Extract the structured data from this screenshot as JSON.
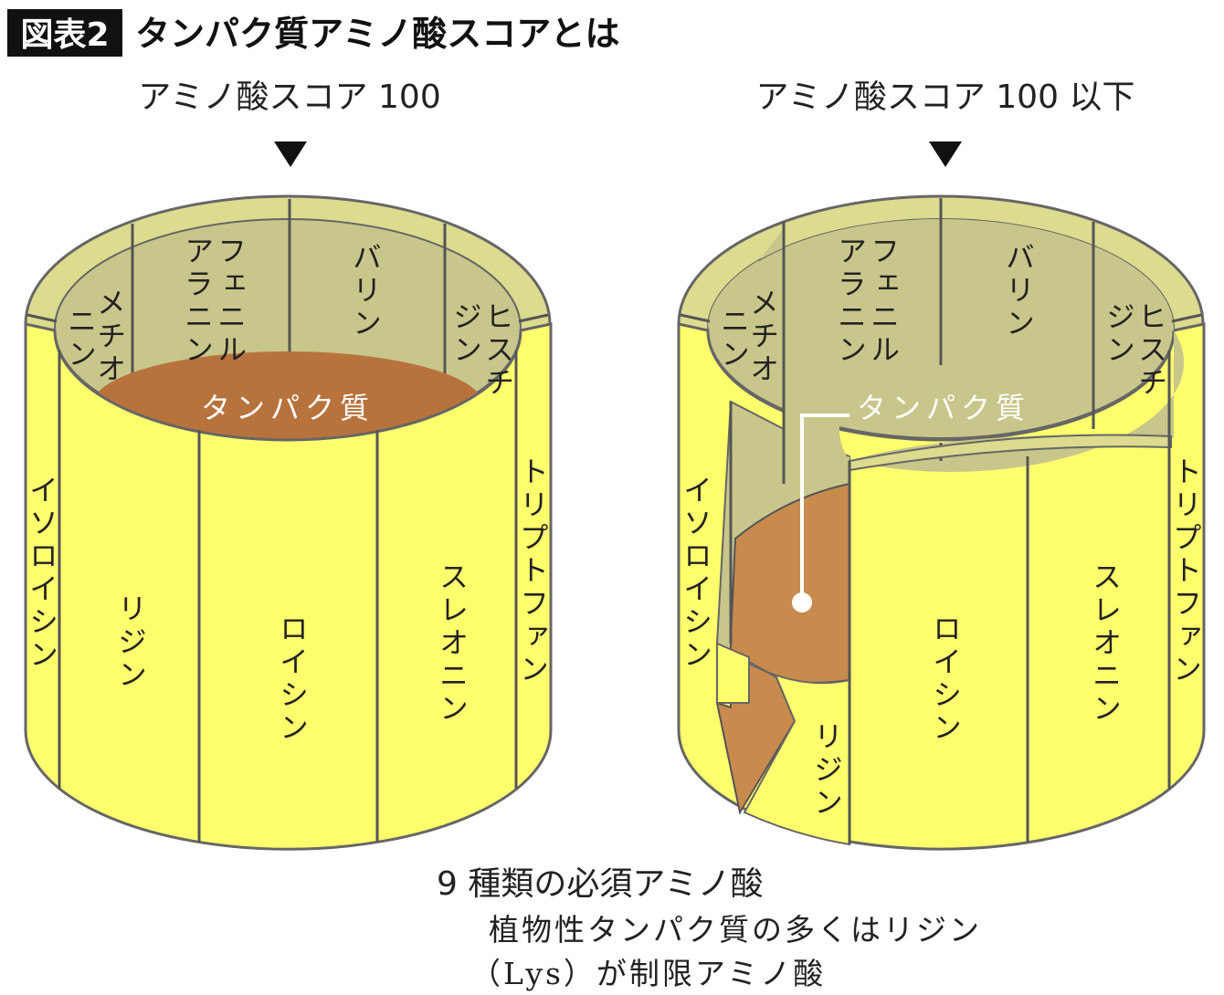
{
  "title": {
    "badge": "図表2",
    "text": "タンパク質アミノ酸スコアとは"
  },
  "left": {
    "header": "アミノ酸スコア 100",
    "protein": "タンパク質",
    "back": {
      "met1": "メチオ",
      "met2": "ニン",
      "phe1": "フェニル",
      "phe2": "アラニン",
      "val": "バリン",
      "his1": "ヒスチ",
      "his2": "ジン"
    },
    "front": {
      "ile": "イソロイシン",
      "lys": "リジン",
      "leu": "ロイシン",
      "thr": "スレオニン",
      "trp": "トリプトファン"
    }
  },
  "right": {
    "header": "アミノ酸スコア 100 以下",
    "protein": "タンパク質",
    "back": {
      "met1": "メチオ",
      "met2": "ニン",
      "phe1": "フェニル",
      "phe2": "アラニン",
      "val": "バリン",
      "his1": "ヒスチ",
      "his2": "ジン"
    },
    "front": {
      "ile": "イソロイシン",
      "lys": "リジン",
      "leu": "ロイシン",
      "thr": "スレオニン",
      "trp": "トリプトファン"
    }
  },
  "caption": {
    "line1": "9 種類の必須アミノ酸",
    "line2": "植物性タンパク質の多くはリジン",
    "line3": "（Lys）が制限アミノ酸"
  },
  "colors": {
    "stave": "#FFFF6E",
    "inner": "#C8C68A",
    "rim": "#DCDB8E",
    "protein": "#B8733D",
    "protein_low": "#C98A4E"
  }
}
